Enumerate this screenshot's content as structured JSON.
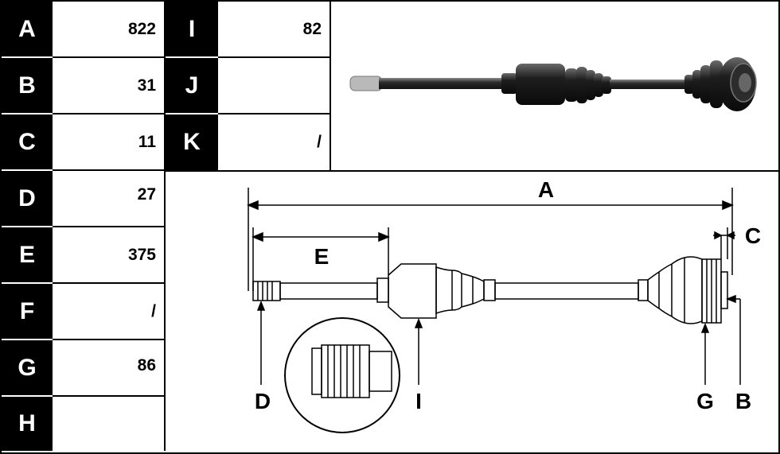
{
  "spec_rows_left": [
    {
      "label": "A",
      "value": "822"
    },
    {
      "label": "B",
      "value": "31"
    },
    {
      "label": "C",
      "value": "11"
    },
    {
      "label": "D",
      "value": "27"
    },
    {
      "label": "E",
      "value": "375"
    },
    {
      "label": "F",
      "value": "/"
    },
    {
      "label": "G",
      "value": "86"
    },
    {
      "label": "H",
      "value": ""
    }
  ],
  "spec_rows_right": [
    {
      "label": "I",
      "value": "82"
    },
    {
      "label": "J",
      "value": ""
    },
    {
      "label": "K",
      "value": "/"
    }
  ],
  "diagram_labels": {
    "a": "A",
    "b": "B",
    "c": "C",
    "d": "D",
    "e": "E",
    "g": "G",
    "i": "I"
  },
  "colors": {
    "label_bg": "#000000",
    "label_text": "#ffffff",
    "line": "#000000"
  }
}
